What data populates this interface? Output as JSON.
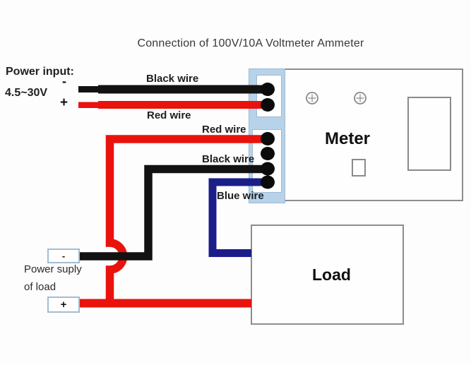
{
  "title": "Connection of 100V/10A Voltmeter Ammeter",
  "power_input": {
    "label": "Power input:",
    "range": "4.5~30V",
    "minus": "-",
    "plus": "+"
  },
  "wire_labels": {
    "top_black": "Black wire",
    "top_red": "Red wire",
    "mid_red": "Red wire",
    "mid_black": "Black wire",
    "mid_blue": "Blue wire"
  },
  "meter": {
    "label": "Meter"
  },
  "load": {
    "label": "Load"
  },
  "load_supply": {
    "line1": "Power suply",
    "line2": "of load",
    "minus": "-",
    "plus": "+"
  },
  "colors": {
    "red_wire": "#e9120d",
    "black_wire": "#121212",
    "blue_wire": "#1b1e88",
    "terminal_dot": "#0b0b0b",
    "connector_strip": "#b7d3ea",
    "box_border": "#8d8d8d",
    "screw": "#8a8a8a"
  }
}
